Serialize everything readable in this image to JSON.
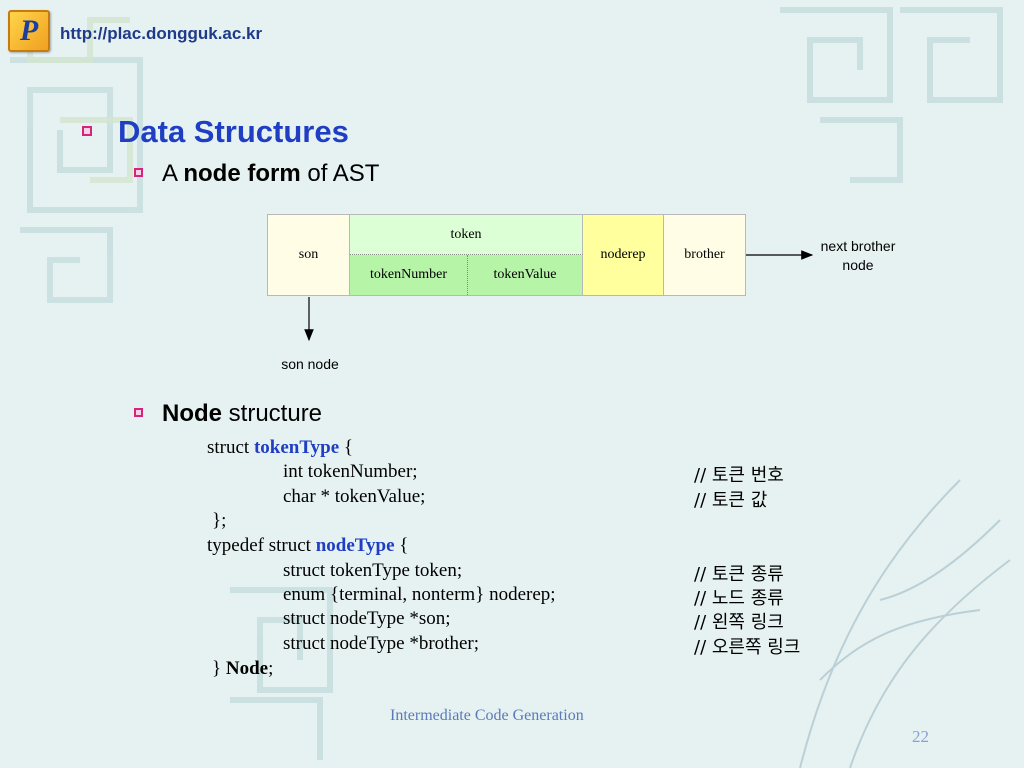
{
  "header": {
    "logo_letter": "P",
    "url": "http://plac.dongguk.ac.kr"
  },
  "title": "Data Structures",
  "subtitle": {
    "prefix": "A ",
    "bold": "node form",
    "suffix": " of AST"
  },
  "diagram": {
    "son": "son",
    "token": "token",
    "token_number": "tokenNumber",
    "token_value": "tokenValue",
    "noderep": "noderep",
    "brother": "brother",
    "next_brother_label": "next brother node",
    "son_node_label": "son node"
  },
  "section2": {
    "bold": "Node",
    "rest": " structure"
  },
  "code": {
    "line1_a": "struct ",
    "line1_b": "tokenType",
    "line1_c": " {",
    "line2": "int tokenNumber;",
    "line3": "char * tokenValue;",
    "line4": "};",
    "line5_a": "typedef struct ",
    "line5_b": "nodeType",
    "line5_c": " {",
    "line6": "struct tokenType token;",
    "line7": "enum {terminal, nonterm} noderep;",
    "line8": "struct nodeType *son;",
    "line9": "struct nodeType *brother;",
    "line10_a": "} ",
    "line10_b": "Node",
    "line10_c": ";"
  },
  "comments": {
    "c2": "// 토큰 번호",
    "c3": "// 토큰 값",
    "c6": "// 토큰 종류",
    "c7": "// 노드 종류",
    "c8": "// 왼쪽 링크",
    "c9": "// 오른쪽 링크"
  },
  "footer": "Intermediate Code Generation",
  "page_number": "22",
  "colors": {
    "title": "#1f3ec4",
    "bullet": "#d6247c",
    "footer": "#5a7ab8"
  }
}
